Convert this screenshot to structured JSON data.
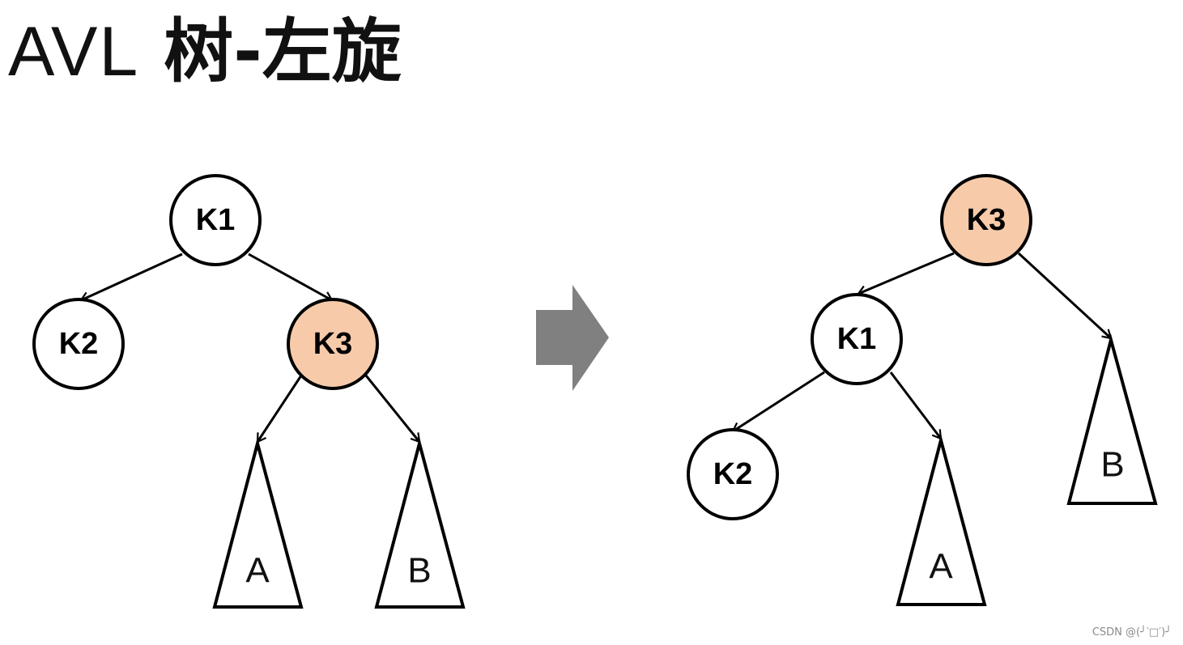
{
  "title": {
    "prefix": "AVL",
    "rest": " 树-左旋"
  },
  "colors": {
    "highlight": "#f7cbaa",
    "node_fill": "#ffffff",
    "stroke": "#000000",
    "transform_arrow": "#808080"
  },
  "before": {
    "nodes": {
      "k1": "K1",
      "k2": "K2",
      "k3": "K3"
    },
    "subtrees": {
      "a": "A",
      "b": "B"
    }
  },
  "after": {
    "nodes": {
      "k3": "K3",
      "k1": "K1",
      "k2": "K2"
    },
    "subtrees": {
      "a": "A",
      "b": "B"
    }
  },
  "watermark": "CSDN @(╯‵□′)╯"
}
